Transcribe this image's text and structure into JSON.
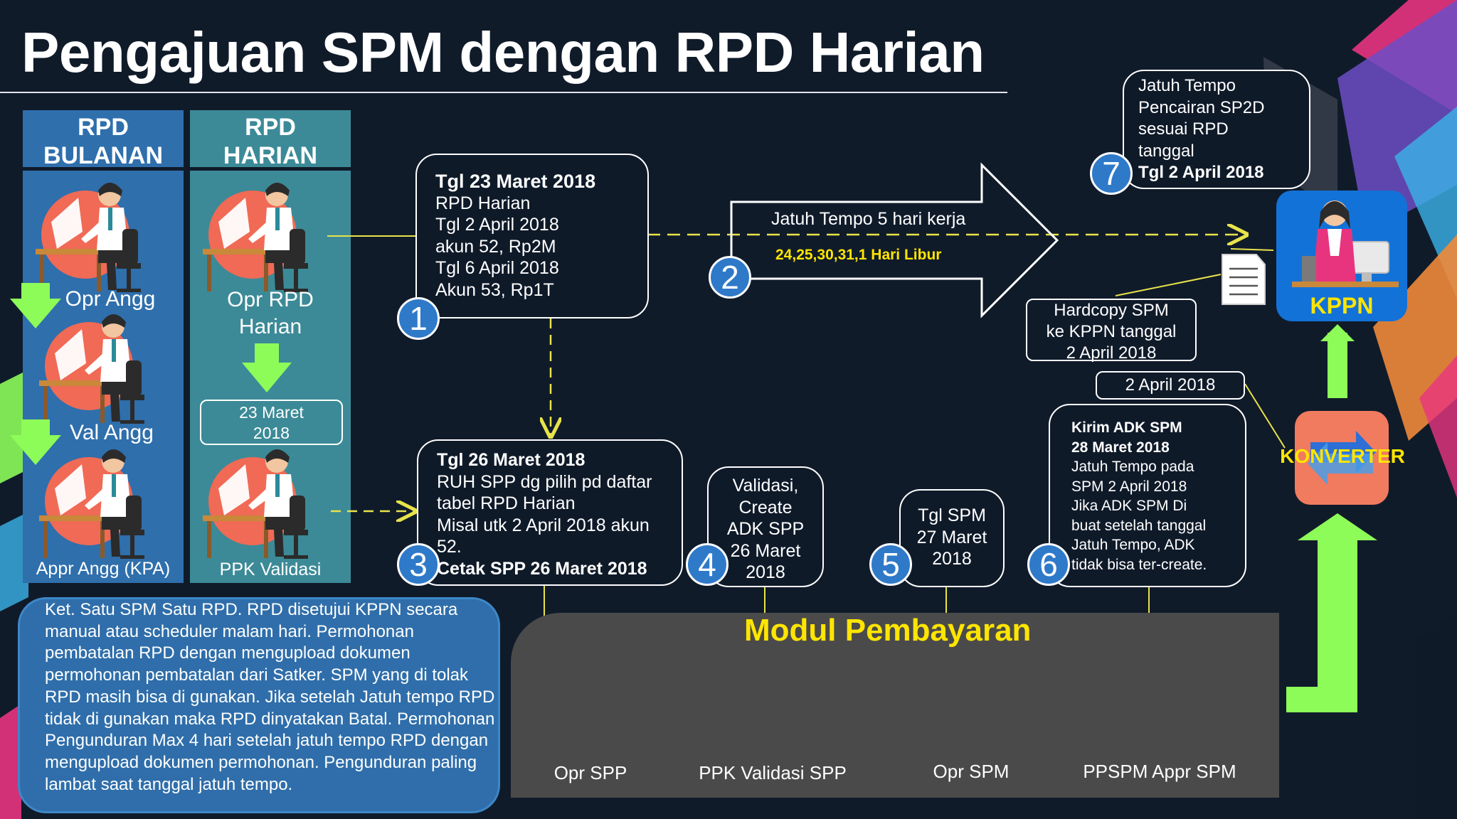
{
  "title": "Pengajuan SPM dengan RPD Harian",
  "columns": {
    "bulanan": {
      "header": "RPD\nBULANAN",
      "roles": [
        "Opr Angg",
        "Val Angg",
        "Appr Angg (KPA)"
      ]
    },
    "harian": {
      "header": "RPD\nHARIAN",
      "roles": [
        "Opr RPD\nHarian",
        "PPK Validasi"
      ],
      "date_box": "23 Maret\n2018"
    }
  },
  "steps": [
    {
      "number": "1",
      "title": "Tgl 23 Maret 2018",
      "lines": "RPD Harian\nTgl 2 April 2018\nakun 52, Rp2M\nTgl 6 April 2018\nAkun 53, Rp1T"
    },
    {
      "number": "2",
      "arrow_text": "Jatuh Tempo 5 hari kerja",
      "holiday_text": "24,25,30,31,1  Hari Libur"
    },
    {
      "number": "3",
      "title": "Tgl 26 Maret 2018",
      "lines": "RUH SPP dg pilih pd daftar\ntabel RPD Harian\nMisal utk 2 April 2018 akun\n52.",
      "footer": "Cetak SPP 26 Maret 2018"
    },
    {
      "number": "4",
      "text": "Validasi,\nCreate\nADK SPP\n26 Maret\n2018"
    },
    {
      "number": "5",
      "text": "Tgl SPM\n27 Maret\n2018"
    },
    {
      "number": "6",
      "title": "Kirim ADK SPM\n28 Maret 2018",
      "lines": "Jatuh Tempo pada\nSPM 2 April 2018\nJika ADK SPM Di\nbuat setelah tanggal\nJatuh Tempo, ADK\ntidak bisa ter-create."
    },
    {
      "number": "7",
      "text": "Jatuh Tempo\nPencairan SP2D\nsesuai RPD\ntanggal",
      "date": "Tgl 2 April  2018"
    }
  ],
  "hardcopy": "Hardcopy SPM\nke KPPN tanggal\n2 April 2018",
  "date_tag": "2 April 2018",
  "kppn_label": "KPPN",
  "konverter_label": "KONVERTER",
  "note": "Ket. Satu SPM Satu RPD. RPD disetujui KPPN secara manual atau scheduler malam hari. Permohonan pembatalan RPD dengan mengupload dokumen permohonan pembatalan dari Satker. SPM yang di tolak RPD masih bisa di gunakan.  Jika setelah Jatuh tempo RPD tidak di gunakan maka RPD dinyatakan Batal. Permohonan Pengunduran Max 4 hari setelah jatuh tempo RPD dengan mengupload dokumen permohonan. Pengunduran paling lambat saat tanggal jatuh tempo.",
  "modul": {
    "title": "Modul Pembayaran",
    "roles": [
      "Opr SPP",
      "PPK Validasi SPP",
      "Opr SPM",
      "PPSPM Appr SPM"
    ]
  },
  "colors": {
    "background": "#101b2a",
    "column_bulanan": "#2f6fac",
    "column_harian": "#3c8a97",
    "badge": "#2f79c9",
    "modul_title": "#ffe500",
    "arrow_green": "#8dfc59",
    "connector_yellow": "#e8e34a",
    "kppn_blue": "#1372d8",
    "konverter_orange": "#f07b5f"
  }
}
